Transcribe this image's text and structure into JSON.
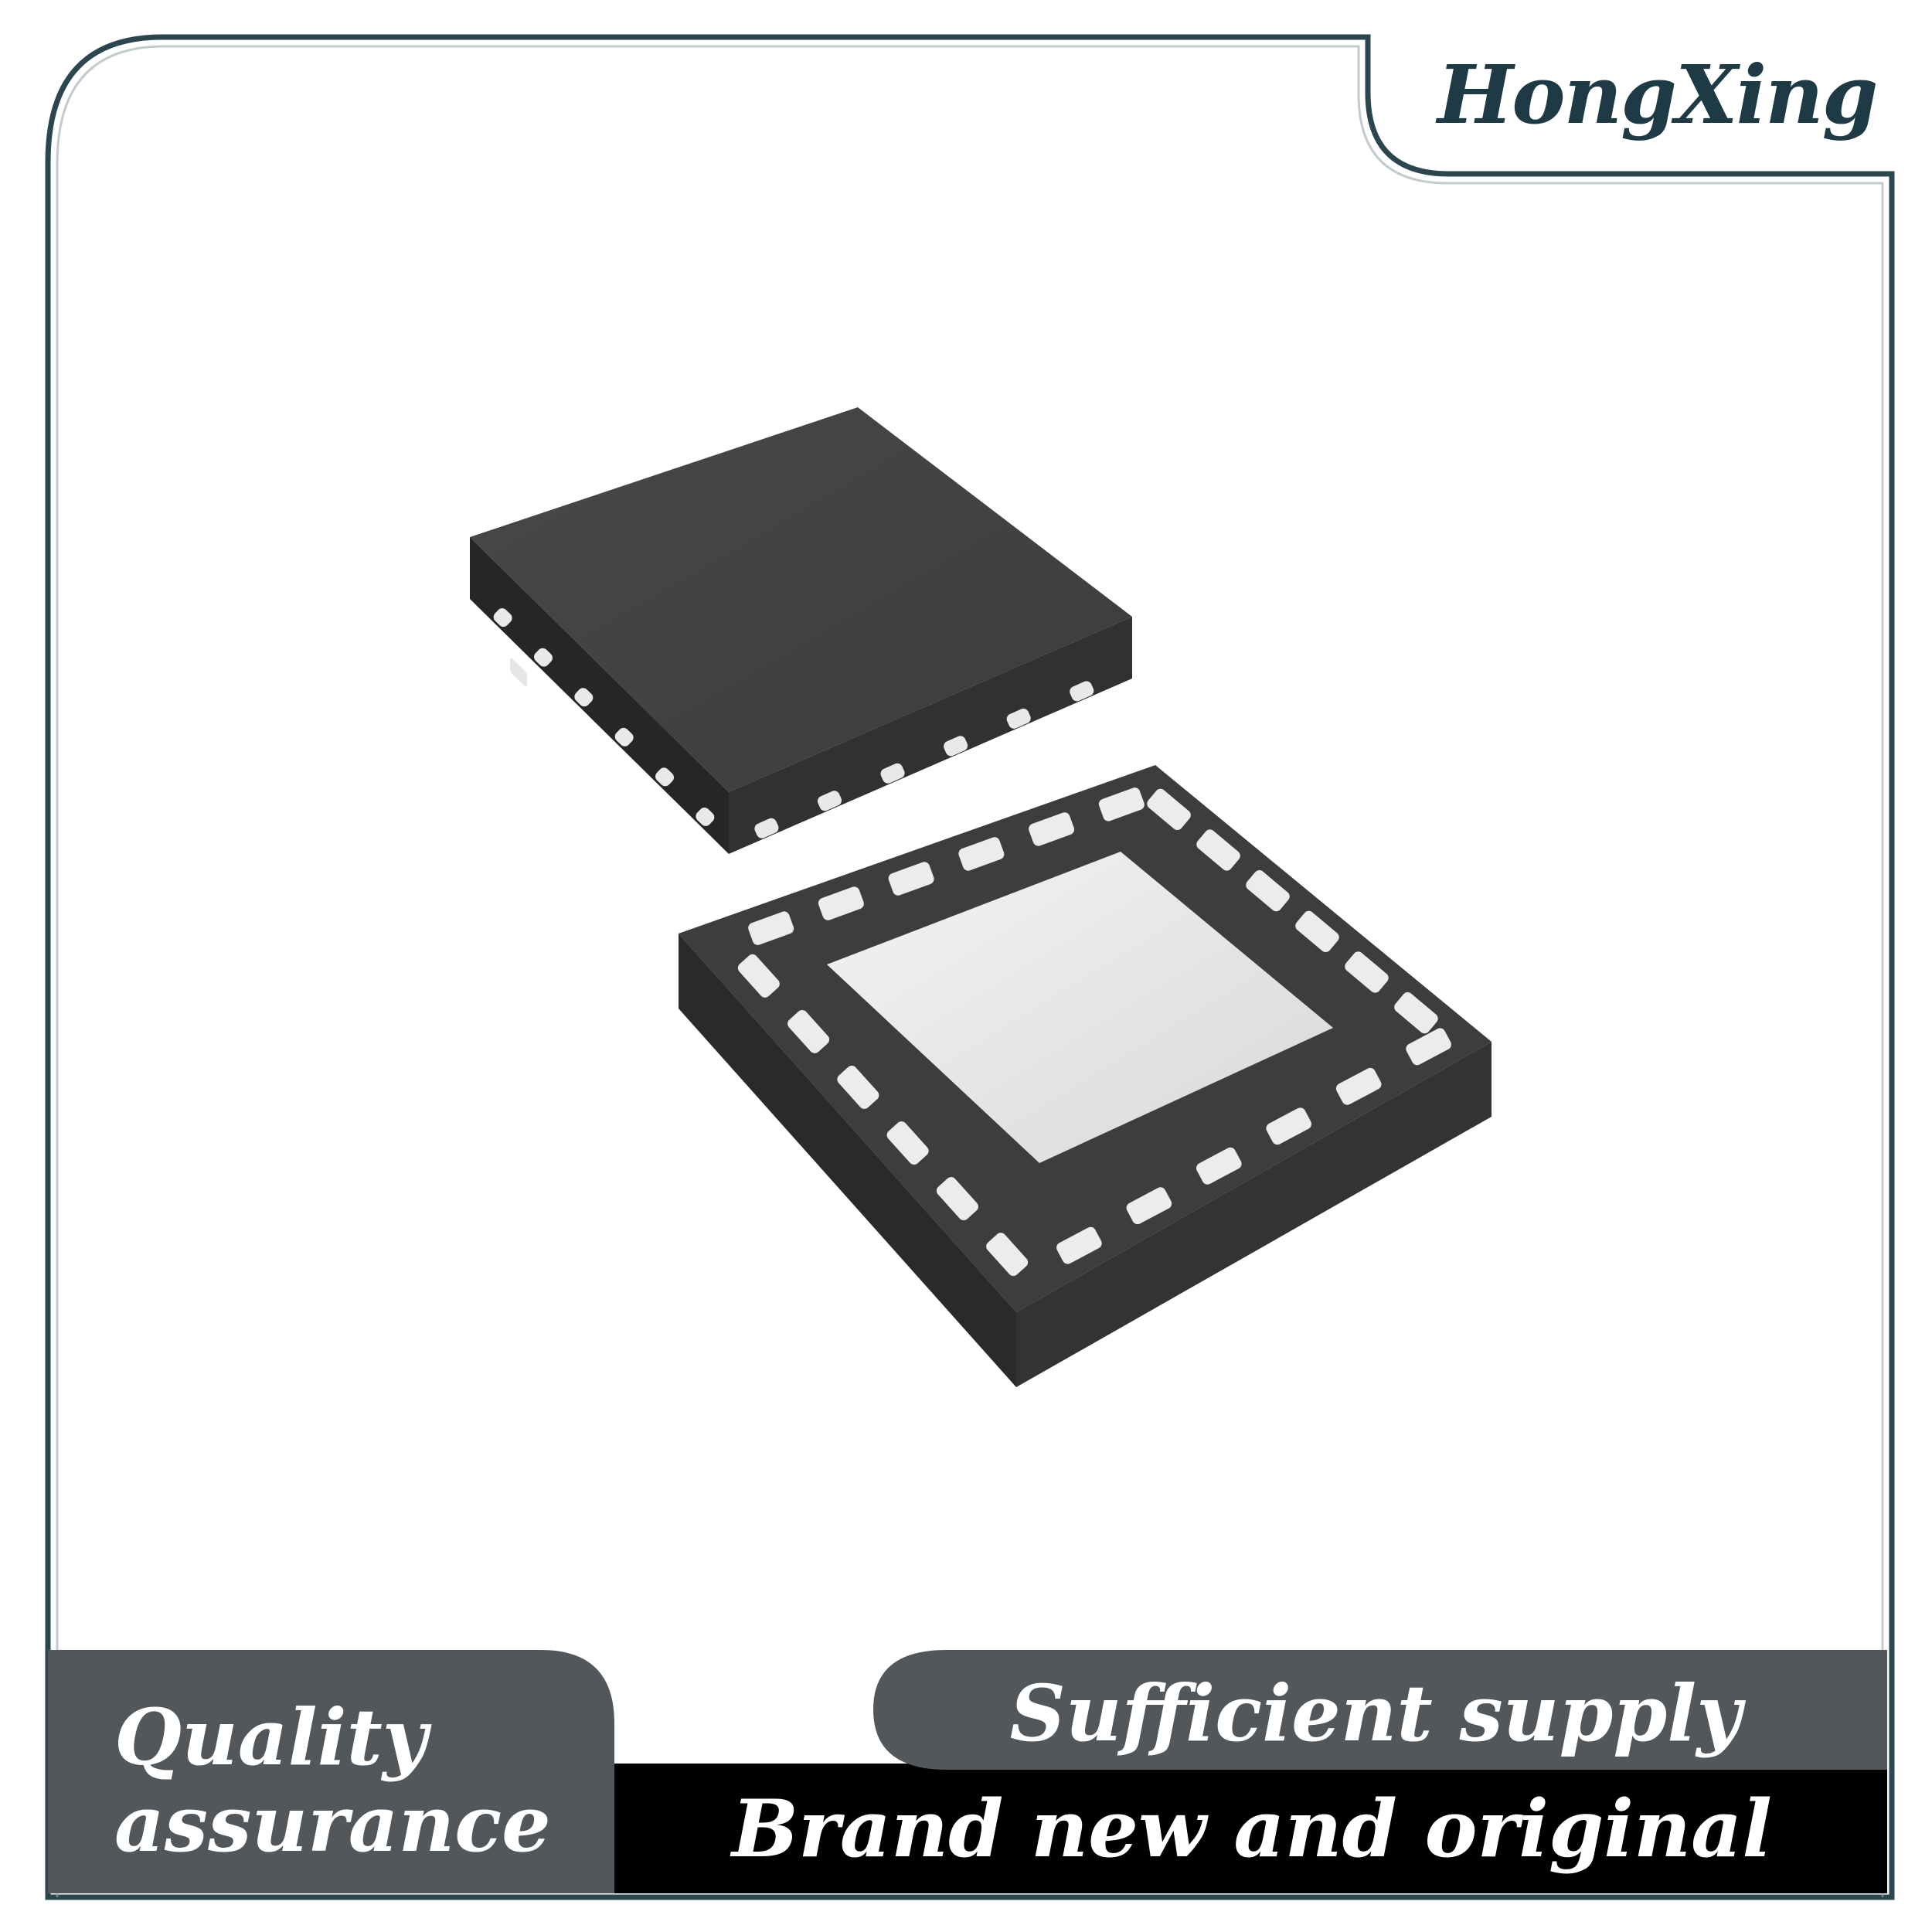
{
  "brand": {
    "name": "HongXing"
  },
  "banner": {
    "left_tag": [
      "Quality",
      "assurance"
    ],
    "right_top_tag": "Sufficient supply",
    "right_bottom_tag": "Brand new and original"
  },
  "colors": {
    "frame": "#2c4650",
    "brand_text": "#1d3a45",
    "banner_gray": "#52575b",
    "banner_black": "#000000",
    "chip_body": "#3a3a3a",
    "pad": "#ececec"
  },
  "product": {
    "subject": "chip-package-photo"
  }
}
